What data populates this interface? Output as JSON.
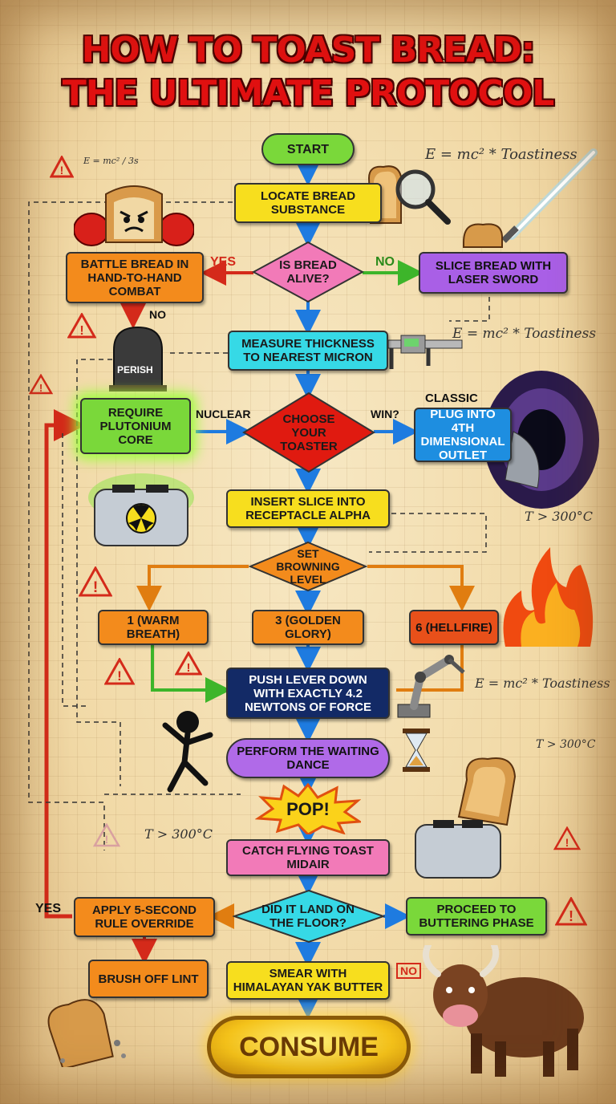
{
  "title": {
    "line1": "HOW TO TOAST BREAD:",
    "line2": "THE ULTIMATE PROTOCOL"
  },
  "nodes": {
    "start": "START",
    "locate": "LOCATE BREAD SUBSTANCE",
    "alive": "IS BREAD ALIVE?",
    "battle": "BATTLE BREAD IN HAND-TO-HAND COMBAT",
    "laser": "SLICE BREAD WITH LASER SWORD",
    "perish": "PERISH",
    "measure": "MEASURE THICKNESS TO NEAREST MICRON",
    "choose": "CHOOSE YOUR TOASTER",
    "plutonium": "REQUIRE PLUTONIUM CORE",
    "plug": "PLUG INTO 4TH DIMENSIONAL OUTLET",
    "insert": "INSERT SLICE INTO RECEPTACLE ALPHA",
    "browning": "SET BROWNING LEVEL",
    "level1": "1 (WARM BREATH)",
    "level3": "3 (GOLDEN GLORY)",
    "level6": "6 (HELLFIRE)",
    "lever": "PUSH LEVER DOWN WITH EXACTLY 4.2 NEWTONS OF FORCE",
    "dance": "PERFORM THE WAITING DANCE",
    "pop": "POP!",
    "catch": "CATCH FLYING TOAST MIDAIR",
    "floor": "DID IT LAND ON THE FLOOR?",
    "rule": "APPLY 5-SECOND RULE OVERRIDE",
    "proceed": "PROCEED TO BUTTERING PHASE",
    "lint": "BRUSH OFF LINT",
    "smear": "SMEAR WITH HIMALAYAN YAK BUTTER",
    "consume": "CONSUME"
  },
  "edge_labels": {
    "yes_alive": "YES",
    "no_alive": "NO",
    "no_battle": "NO",
    "nuclear": "NUCLEAR",
    "win": "WIN?",
    "classic": "CLASSIC",
    "yes_floor": "YES",
    "no_floor": "NO"
  },
  "annotations": {
    "eq_top_left": "E = mc² / 3s",
    "eq_top_right": "E = mc² * Toastiness",
    "eq_mid_right": "E = mc² * Toastiness",
    "eq_lower_right": "E = mc² * Toastiness",
    "temp_1": "T > 300°C",
    "temp_2": "T > 300°C",
    "temp_3": "T > 300°C"
  },
  "colors": {
    "title_red": "#e01010",
    "arrow_blue": "#1e7be0",
    "arrow_red": "#d42a1a",
    "arrow_green": "#3db52a",
    "arrow_orange": "#e07d10"
  }
}
